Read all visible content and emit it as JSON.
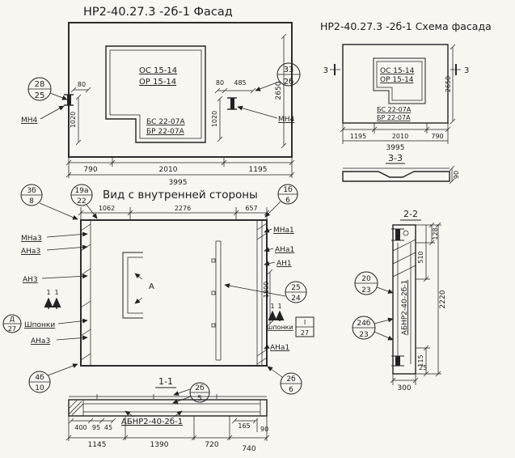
{
  "facade": {
    "title": "НР2-40.27.3 -2б-1 Фасад",
    "open_label1": "ОС 15-14",
    "open_label2": "ОР 15-14",
    "beam_label1": "БС 22-07А",
    "beam_label2": "БР 22-07А",
    "anchor_left": "МН4",
    "anchor_right": "МН4",
    "callout_left_top": "28",
    "callout_left_bot": "25",
    "callout_right_top": "33",
    "callout_right_bot": "2б",
    "dim_80l": "80",
    "dim_80r": "80",
    "dim_485": "485",
    "dim_1020l": "1020",
    "dim_1020r": "1020",
    "dim_2650": "2650",
    "dim_790": "790",
    "dim_2010": "2010",
    "dim_1195": "1195",
    "dim_total": "3995"
  },
  "schema": {
    "title": "НР2-40.27.3 -2б-1 Схема фасада",
    "cut_mark": "3",
    "open_label1": "ОС 15-14",
    "open_label2": "ОР 15-14",
    "beam_label1": "БС 22-07А",
    "beam_label2": "БР 22-07А",
    "dim_2650": "2650",
    "dim_1195": "1195",
    "dim_2010": "2010",
    "dim_790": "790",
    "dim_total": "3995",
    "section_label": "3-3",
    "dim_90": "90"
  },
  "inner": {
    "title": "Вид с внутренней стороны",
    "c3b_top": "3б",
    "c3b_bot": "8",
    "c19a_top": "19а",
    "c19a_bot": "22",
    "c1b_top": "1б",
    "c1b_bot": "6",
    "c25_top": "25",
    "c25_bot": "24",
    "c4b_top": "4б",
    "c4b_bot": "10",
    "c2b5_top": "2б",
    "c2b5_bot": "5",
    "c2b6_top": "2б",
    "c2b6_bot": "6",
    "cD_top": "Д",
    "cD_bot": "27",
    "cI_top": "I",
    "cI_bot": "27",
    "dim_1062": "1062",
    "dim_2276": "2276",
    "dim_657": "657",
    "dim_1800": "1800",
    "mna3": "МНа3",
    "ana3a": "АНа3",
    "an3": "АН3",
    "shponki_l": "Шпонки",
    "ana3b": "АНа3",
    "mna1": "МНа1",
    "ana1a": "АНа1",
    "an1": "АН1",
    "shponki_r": "шпонки",
    "ana1b": "АНа1",
    "view_mark": "А",
    "cut_mark": "1",
    "section_label": "1-1"
  },
  "s11": {
    "part_label": "АБНР2-40-2б-1",
    "dim_400": "400",
    "dim_95": "95",
    "dim_45": "45",
    "dim_1145": "1145",
    "dim_1390": "1390",
    "dim_720": "720",
    "dim_740": "740",
    "dim_165": "165",
    "dim_90": "90"
  },
  "s22": {
    "title": "2-2",
    "part_label": "АБНР2-40-2б-1",
    "c20_top": "20",
    "c20_bot": "23",
    "c24b_top": "24б",
    "c24b_bot": "23",
    "dim_128": "128",
    "dim_510": "510",
    "dim_2220": "2220",
    "dim_115": "115",
    "dim_25": "25",
    "dim_300": "300"
  }
}
